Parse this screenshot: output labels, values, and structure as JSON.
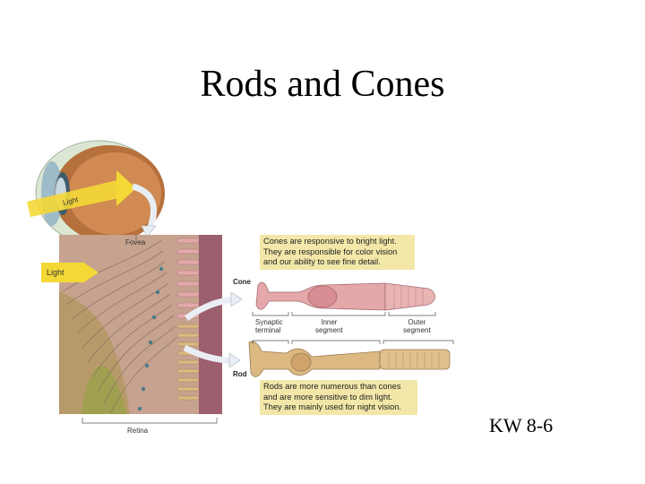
{
  "slide": {
    "title": "Rods and Cones",
    "reference": "KW 8-6"
  },
  "figure": {
    "eye_light_label": "Light",
    "fovea_label": "Fovea",
    "light_label": "Light",
    "cone_label": "Cone",
    "rod_label": "Rod",
    "synaptic_terminal_label": [
      "Synaptic",
      "terminal"
    ],
    "inner_segment_label": [
      "Inner",
      "segment"
    ],
    "outer_segment_label": [
      "Outer",
      "segment"
    ],
    "retina_label": "Retina",
    "cone_callout": [
      "Cones are responsive to bright light.",
      "They are responsible for color vision",
      "and our ability to see fine detail."
    ],
    "rod_callout": [
      "Rods are more numerous than cones",
      "and are more sensitive to dim light.",
      "They are mainly used for night vision."
    ],
    "colors": {
      "callout_bg": "#f2e7a8",
      "retina_bg": "#c6a28f",
      "pigment": "#9c5f6e",
      "cone_pink": "#e4a8aa",
      "rod_tan": "#dcb882",
      "light_yellow": "#f4d836"
    }
  }
}
